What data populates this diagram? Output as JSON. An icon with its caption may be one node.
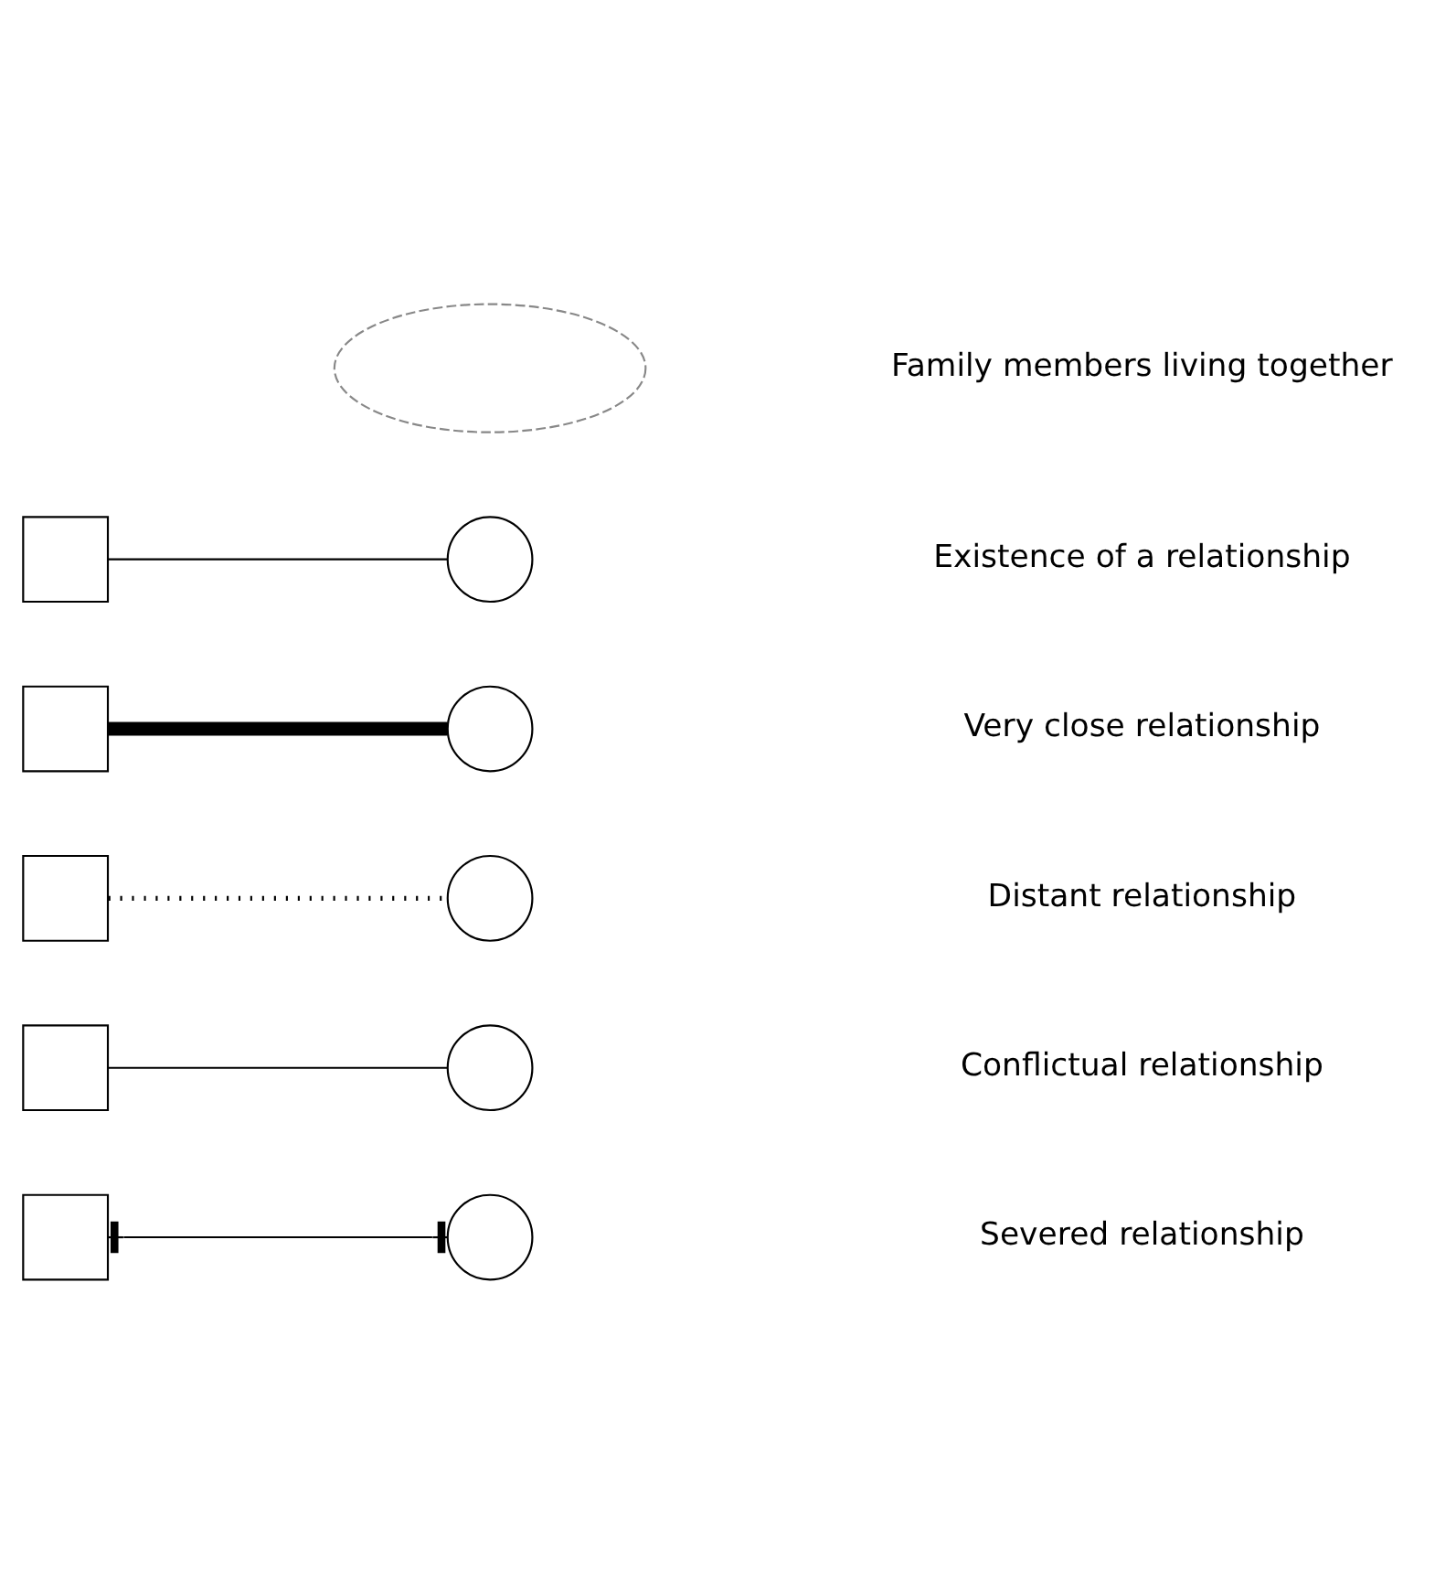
{
  "diagram": {
    "nodes": [
      {
        "text": [],
        "shape": "ellipse"
      },
      {
        "text": [],
        "shape": "box"
      },
      {
        "text": [],
        "shape": "circle"
      },
      {
        "text": [],
        "shape": "box"
      },
      {
        "text": [],
        "shape": "circle"
      },
      {
        "text": [],
        "shape": "box"
      },
      {
        "text": [],
        "shape": "circle"
      },
      {
        "text": [],
        "shape": "box"
      },
      {
        "text": [],
        "shape": "circle"
      },
      {
        "text": [],
        "shape": "box"
      },
      {
        "text": [],
        "shape": "circle"
      }
    ],
    "edges": [
      {
        "from": 1,
        "to": 2,
        "arrow": "none"
      },
      {
        "from": 3,
        "to": 4,
        "arrow": "none",
        "style": "thick"
      },
      {
        "from": 5,
        "to": 6,
        "arrow": "none",
        "style": "dashed"
      },
      {
        "from": 7,
        "to": 8,
        "arrow": "none"
      },
      {
        "from": 9,
        "to": 10,
        "arrow": "other"
      }
    ],
    "legend": [
      {
        "text": "Family members living together"
      },
      {
        "text": "Existence of a relationship"
      },
      {
        "text": "Very close relationship"
      },
      {
        "text": "Distant relationship"
      },
      {
        "text": "Conflictual relationship"
      },
      {
        "text": "Severed relationship"
      }
    ]
  }
}
